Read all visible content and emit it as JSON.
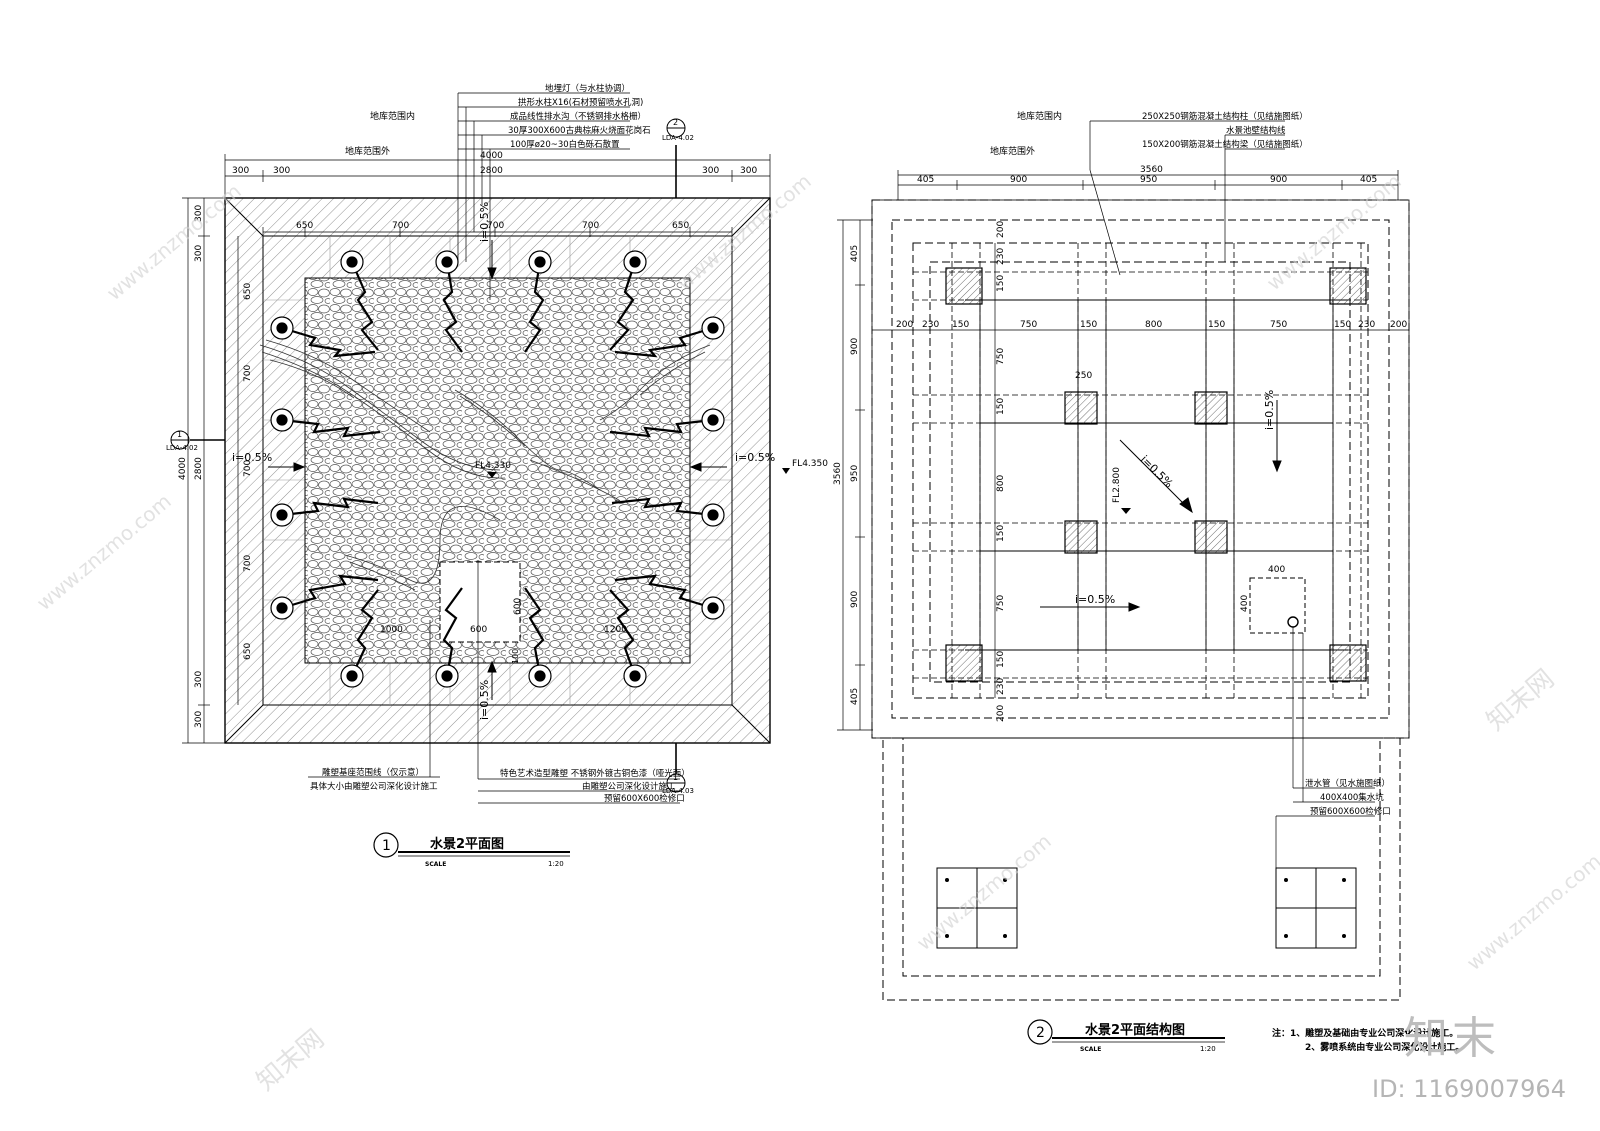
{
  "plan1": {
    "notes_top": [
      "地埋灯（与水柱协调）",
      "拱形水柱X16(石材预留喷水孔洞)",
      "成品线性排水沟（不锈钢排水格栅）",
      "30厚300X600古典棕麻火烧面花岗石",
      "100厚ø20~30白色砾石散置"
    ],
    "zone_in": "地库范围内",
    "zone_out": "地库范围外",
    "dim_total": "4000",
    "dim_inner": "2800",
    "dim_300": "300",
    "dim_650": "650",
    "dim_700": "700",
    "dim_600": "600",
    "dim_1200": "1200",
    "dim_1000": "1000",
    "dim_100": "100",
    "slope": "i=0.5%",
    "fl_center": "FL4.330",
    "fl_right": "FL4.350",
    "ref_num": "1",
    "ref_sheet_1": "LDA-4.02",
    "ref_num_2": "2",
    "ref_sheet_2": "LDA-4.02",
    "ref_sheet_3": "LDA-4.03",
    "notes_bottom_left": [
      "雕塑基座范围线（仅示意）",
      "具体大小由雕塑公司深化设计施工"
    ],
    "notes_bottom_mid": [
      "特色艺术造型雕塑 不锈钢外镀古铜色漆（哑光面）",
      "由雕塑公司深化设计施工",
      "预留600X600检修口"
    ],
    "title_num": "1",
    "title": "水景2平面图",
    "scale_label": "SCALE",
    "scale": "1:20"
  },
  "plan2": {
    "notes_top": [
      "250X250钢筋混凝土结构柱（见结施图纸）",
      "水景池壁结构线",
      "150X200钢筋混凝土结构梁（见结施图纸）"
    ],
    "zone_in": "地库范围内",
    "zone_out": "地库范围外",
    "dim_total": "3560",
    "dims_top": [
      "405",
      "900",
      "950",
      "900",
      "405"
    ],
    "dims_row2": [
      "200",
      "230",
      "150",
      "750",
      "150",
      "800",
      "150",
      "750",
      "150",
      "230",
      "200"
    ],
    "dims_left": [
      "405",
      "900",
      "950",
      "900",
      "405"
    ],
    "dims_left2": [
      "200",
      "230",
      "150",
      "750",
      "150",
      "800",
      "150",
      "750",
      "150",
      "230",
      "200"
    ],
    "dim_250": "250",
    "dim_400": "400",
    "slope": "i=0.5%",
    "fl": "FL2.800",
    "notes_bottom": [
      "泄水管（见水施图纸）",
      "400X400集水坑",
      "预留600X600检修口"
    ],
    "title_num": "2",
    "title": "水景2平面结构图",
    "scale_label": "SCALE",
    "scale": "1:20",
    "general_notes": [
      "注：1、雕塑及基础由专业公司深化设计施工。",
      "2、雾喷系统由专业公司深化设计施工。"
    ]
  },
  "watermark": {
    "site": "www.znzmo.com",
    "brand": "知末网",
    "logo": "知末",
    "id": "ID: 1169007964"
  }
}
